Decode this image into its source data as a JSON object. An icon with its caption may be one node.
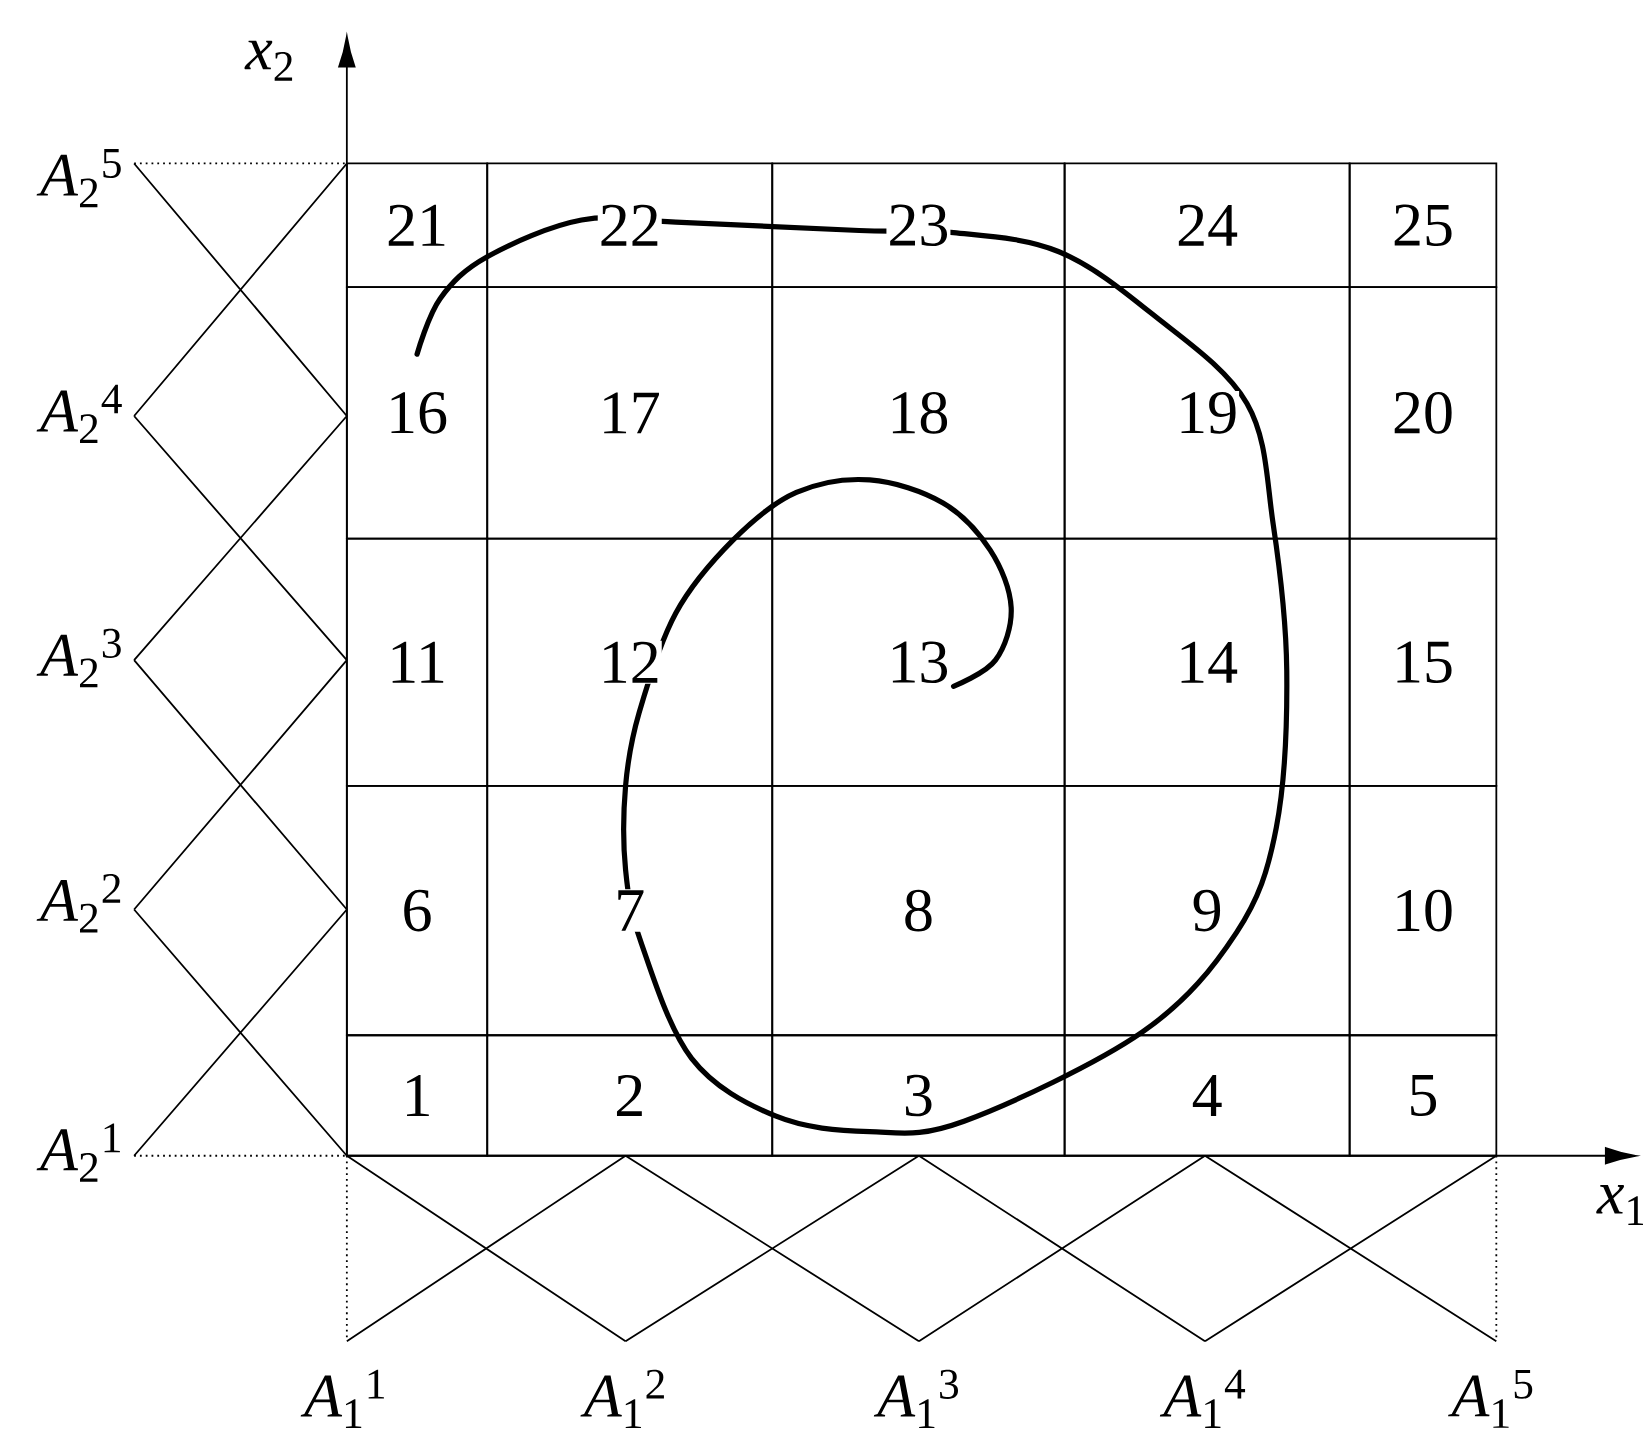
{
  "diagram": {
    "nodes": [
      {
        "text": [
          "21"
        ]
      },
      {
        "text": [
          "22"
        ]
      },
      {
        "text": [
          "23"
        ]
      },
      {
        "text": [
          "24"
        ]
      },
      {
        "text": [
          "25"
        ]
      },
      {
        "text": [
          "16"
        ]
      },
      {
        "text": [
          "17"
        ]
      },
      {
        "text": [
          "18"
        ]
      },
      {
        "text": [
          "19"
        ]
      },
      {
        "text": [
          "20"
        ]
      },
      {
        "text": [
          "11"
        ]
      },
      {
        "text": [
          "12"
        ]
      },
      {
        "text": [
          "13"
        ]
      },
      {
        "text": [
          "14"
        ]
      },
      {
        "text": [
          "15"
        ]
      },
      {
        "text": [
          "6"
        ]
      },
      {
        "text": [
          "7"
        ]
      },
      {
        "text": [
          "8"
        ]
      },
      {
        "text": [
          "9"
        ]
      },
      {
        "text": [
          "10"
        ]
      },
      {
        "text": [
          "1"
        ]
      },
      {
        "text": [
          "2"
        ]
      },
      {
        "text": [
          "3"
        ]
      },
      {
        "text": [
          "4"
        ]
      },
      {
        "text": [
          "5"
        ]
      }
    ],
    "edges": [],
    "labels": [
      "*x*$_{2}$",
      "*A*$_{2}$$^{5}$",
      "*A*$_{2}$$^{4}$",
      "*A*$_{2}$$^{3}$",
      "*A*$_{2}$$^{2}$",
      "*A*$_{2}$$^{1}$",
      "*x*$_{1}$",
      "*A*$_{1}$$^{1}$",
      "*A*$_{1}$$^{2}$",
      "*A*$_{1}$$^{3}$",
      "*A*$_{1}$$^{4}$",
      "*A*$_{1}$$^{5}$"
    ]
  }
}
